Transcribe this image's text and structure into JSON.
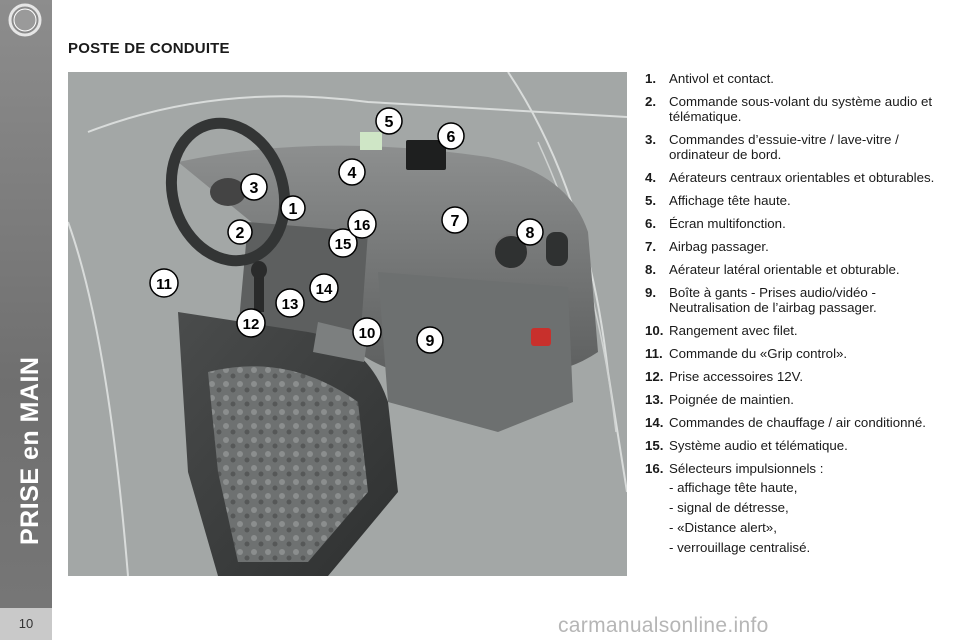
{
  "sidebar": {
    "section_label": "PRISE en MAIN"
  },
  "page_number": "10",
  "title": "POSTE DE CONDUITE",
  "callout_numbers": [
    "1",
    "2",
    "3",
    "4",
    "5",
    "6",
    "7",
    "8",
    "9",
    "10",
    "11",
    "12",
    "13",
    "14",
    "15",
    "16"
  ],
  "legend": [
    {
      "num": "1.",
      "text": "Antivol et contact."
    },
    {
      "num": "2.",
      "text": "Commande sous-volant du système audio et télématique."
    },
    {
      "num": "3.",
      "text": "Commandes d’essuie-vitre / lave-vitre / ordinateur de bord."
    },
    {
      "num": "4.",
      "text": "Aérateurs centraux orientables et obturables."
    },
    {
      "num": "5.",
      "text": "Affichage tête haute."
    },
    {
      "num": "6.",
      "text": "Écran multifonction."
    },
    {
      "num": "7.",
      "text": "Airbag passager."
    },
    {
      "num": "8.",
      "text": "Aérateur latéral orientable et obturable."
    },
    {
      "num": "9.",
      "text": "Boîte à gants - Prises audio/vidéo - Neutralisation de l’airbag passager."
    },
    {
      "num": "10.",
      "text": "Rangement avec filet."
    },
    {
      "num": "11.",
      "text": "Commande du «Grip control»."
    },
    {
      "num": "12.",
      "text": "Prise accessoires 12V."
    },
    {
      "num": "13.",
      "text": "Poignée de maintien."
    },
    {
      "num": "14.",
      "text": "Commandes de chauffage / air conditionné."
    },
    {
      "num": "15.",
      "text": "Système audio et télématique."
    },
    {
      "num": "16.",
      "text": "Sélecteurs impulsionnels :"
    }
  ],
  "legend_sub_items": [
    "- affichage tête haute,",
    "- signal de détresse,",
    "- «Distance alert»,",
    "- verrouillage centralisé."
  ],
  "watermark": "carmanualsonline.info",
  "icons": {
    "corner": "circle-ring-icon",
    "airbag_switch": "airbag-off-icon"
  },
  "colors": {
    "sidebar": "#7a7a7a",
    "figure_bg": "#a3a7a6",
    "callout_fill": "#ffffff",
    "callout_stroke": "#000000",
    "airbag_switch": "#c8302c"
  }
}
